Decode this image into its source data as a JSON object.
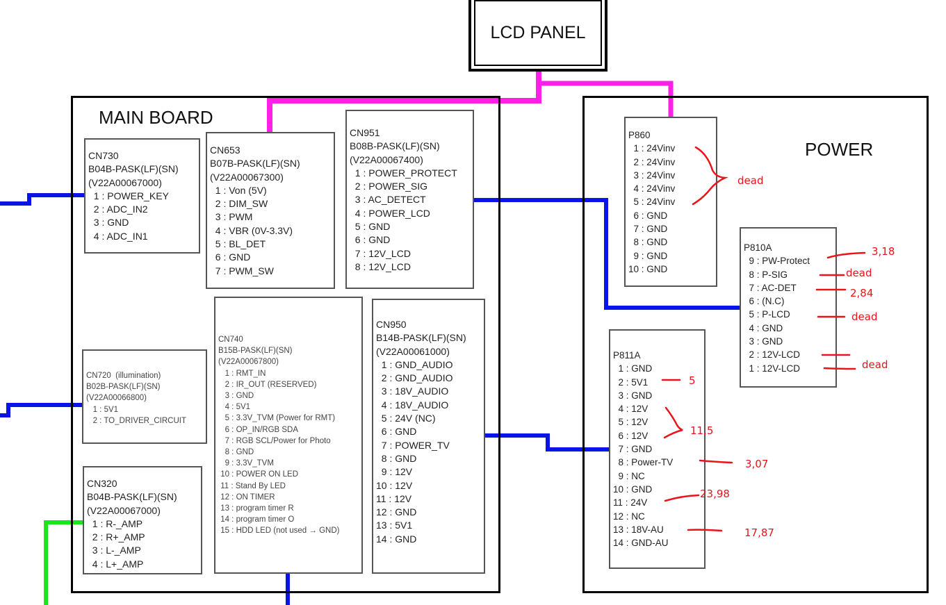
{
  "lcd_panel": {
    "label": "LCD PANEL"
  },
  "main_board": {
    "title": "MAIN BOARD",
    "connectors": {
      "cn730": {
        "lines": [
          "CN730",
          "B04B-PASK(LF)(SN)",
          "(V22A00067000)",
          "  1 : POWER_KEY",
          "  2 : ADC_IN2",
          "  3 : GND",
          "  4 : ADC_IN1"
        ]
      },
      "cn653": {
        "lines": [
          "CN653",
          "B07B-PASK(LF)(SN)",
          "(V22A00067300)",
          "  1 : Von (5V)",
          "  2 : DIM_SW",
          "  3 : PWM",
          "  4 : VBR (0V-3.3V)",
          "  5 : BL_DET",
          "  6 : GND",
          "  7 : PWM_SW"
        ]
      },
      "cn951": {
        "lines": [
          "CN951",
          "B08B-PASK(LF)(SN)",
          "(V22A00067400)",
          "  1 : POWER_PROTECT",
          "  2 : POWER_SIG",
          "  3 : AC_DETECT",
          "  4 : POWER_LCD",
          "  5 : GND",
          "  6 : GND",
          "  7 : 12V_LCD",
          "  8 : 12V_LCD"
        ]
      },
      "cn720": {
        "lines": [
          "CN720  (illumination)",
          "B02B-PASK(LF)(SN)",
          "(V22A00066800)",
          "   1 : 5V1",
          "   2 : TO_DRIVER_CIRCUIT"
        ]
      },
      "cn740": {
        "lines": [
          "CN740",
          "B15B-PASK(LF)(SN)",
          "(V22A00067800)",
          "   1 : RMT_IN",
          "   2 : IR_OUT (RESERVED)",
          "   3 : GND",
          "   4 : 5V1",
          "   5 : 3.3V_TVM (Power for RMT)",
          "   6 : OP_IN/RGB SDA",
          "   7 : RGB SCL/Power for Photo",
          "   8 : GND",
          "   9 : 3.3V_TVM",
          " 10 : POWER ON LED",
          " 11 : Stand By LED",
          " 12 : ON TIMER",
          " 13 : program timer R",
          " 14 : program timer O",
          " 15 : HDD LED (not used → GND)"
        ]
      },
      "cn950": {
        "lines": [
          "CN950",
          "B14B-PASK(LF)(SN)",
          "(V22A00061000)",
          "  1 : GND_AUDIO",
          "  2 : GND_AUDIO",
          "  3 : 18V_AUDIO",
          "  4 : 18V_AUDIO",
          "  5 : 24V (NC)",
          "  6 : GND",
          "  7 : POWER_TV",
          "  8 : GND",
          "  9 : 12V",
          "10 : 12V",
          "11 : 12V",
          "12 : GND",
          "13 : 5V1",
          "14 : GND"
        ]
      },
      "cn320": {
        "lines": [
          "CN320",
          "B04B-PASK(LF)(SN)",
          "(V22A00067000)",
          "  1 : R-_AMP",
          "  2 : R+_AMP",
          "  3 : L-_AMP",
          "  4 : L+_AMP"
        ]
      }
    }
  },
  "power_board": {
    "title": "POWER",
    "connectors": {
      "p860": {
        "lines": [
          "P860",
          "  1 : 24Vinv",
          "  2 : 24Vinv",
          "  3 : 24Vinv",
          "  4 : 24Vinv",
          "  5 : 24Vinv",
          "  6 : GND",
          "  7 : GND",
          "  8 : GND",
          "  9 : GND",
          "10 : GND"
        ]
      },
      "p810a": {
        "lines": [
          "P810A",
          "  9 : PW-Protect",
          "  8 : P-SIG",
          "  7 : AC-DET",
          "  6 : (N.C)",
          "  5 : P-LCD",
          "  4 : GND",
          "  3 : GND",
          "  2 : 12V-LCD",
          "  1 : 12V-LCD"
        ]
      },
      "p811a": {
        "lines": [
          "P811A",
          "  1 : GND",
          "  2 : 5V1",
          "  3 : GND",
          "  4 : 12V",
          "  5 : 12V",
          "  6 : 12V",
          "  7 : GND",
          "  8 : Power-TV",
          "  9 : NC",
          "10 : GND",
          "11 : 24V",
          "12 : NC",
          "13 : 18V-AU",
          "14 : GND-AU"
        ]
      }
    }
  },
  "annotations": {
    "p860_inv": "dead",
    "p810a_pw_protect": "3,18",
    "p810a_p_sig": "dead",
    "p810a_ac_det": "2,84",
    "p810a_p_lcd": "dead",
    "p810a_12v_lcd": "dead",
    "p811a_5v1": "5",
    "p811a_12v": "11,5",
    "p811a_power_tv": "3,07",
    "p811a_24v": "23,98",
    "p811a_18v_au": "17,87"
  },
  "colors": {
    "lcd_wire": "#ff1fe6",
    "signal_wire": "#0a14e6",
    "audio_wire": "#1be61b",
    "annotation": "#e8141a"
  }
}
